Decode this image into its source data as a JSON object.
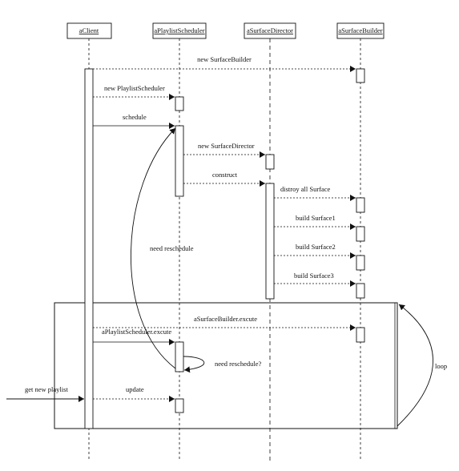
{
  "participants": [
    {
      "id": "client",
      "label": "aClient"
    },
    {
      "id": "scheduler",
      "label": "aPlaylistScheduler"
    },
    {
      "id": "director",
      "label": "aSurfaceDirector"
    },
    {
      "id": "builder",
      "label": "aSurfaceBuilder"
    }
  ],
  "messages": [
    {
      "id": "m1",
      "label": "new SurfaceBuilder"
    },
    {
      "id": "m2",
      "label": "new PlaylistScheduler"
    },
    {
      "id": "m3",
      "label": "schedule"
    },
    {
      "id": "m4",
      "label": "new SurfaceDirector"
    },
    {
      "id": "m5",
      "label": "construct"
    },
    {
      "id": "m6",
      "label": "distroy all Surface"
    },
    {
      "id": "m7",
      "label": "build Surface1"
    },
    {
      "id": "m8",
      "label": "build Surface2"
    },
    {
      "id": "m9",
      "label": "build Surface3"
    },
    {
      "id": "m10",
      "label": "aSurfaceBuilder.excute"
    },
    {
      "id": "m11",
      "label": "aPlaylistScheduler.excute"
    },
    {
      "id": "m12",
      "label": "update"
    },
    {
      "id": "m13",
      "label": "get new playlist"
    }
  ],
  "notes": {
    "need_reschedule": "need reschedule",
    "need_reschedule_q": "need reschedule?",
    "loop": "loop"
  }
}
